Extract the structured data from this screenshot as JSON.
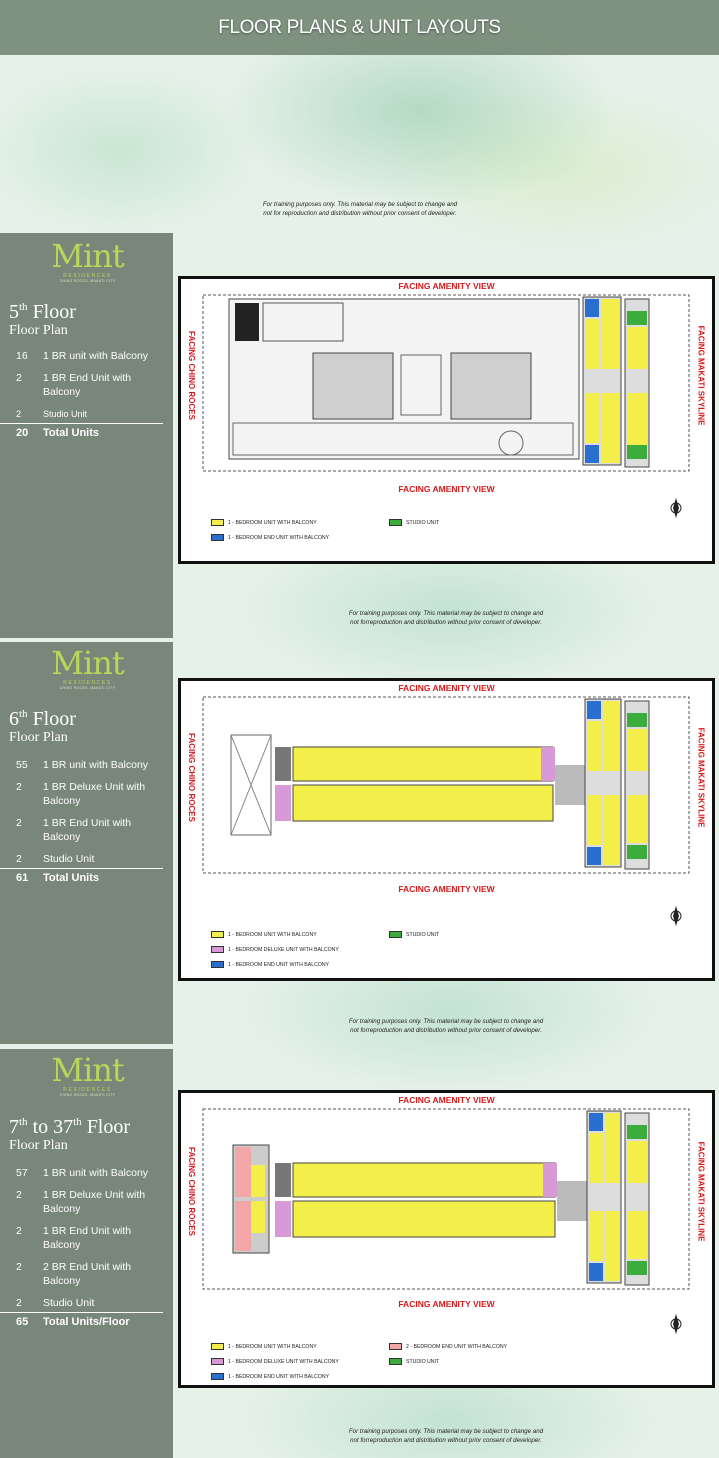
{
  "header": {
    "title": "FLOOR PLANS & UNIT LAYOUTS",
    "disclaimer_line1": "For training purposes only. This material may be subject to change and",
    "disclaimer_line2": "not for reproduction and distribution without prior consent of developer."
  },
  "logo": {
    "word": "Mint",
    "sub": "RESIDENCES",
    "sub2": "CHINO ROCES, MAKATI CITY"
  },
  "colors": {
    "one_br": "#f3ee4a",
    "one_br_end": "#2a6fd0",
    "one_br_deluxe": "#d79ad6",
    "studio": "#3cad3c",
    "two_br_end": "#f3a6a6",
    "facing_red": "#d71a1a",
    "sidebar": "#78877a"
  },
  "sections": [
    {
      "floor_num": "5",
      "floor_sup": "th",
      "floor_rest": " Floor",
      "subtitle": "Floor Plan",
      "units": [
        {
          "count": "16",
          "label": "1 BR unit with Balcony"
        },
        {
          "count": "2",
          "label": "1 BR End Unit with Balcony"
        },
        {
          "count": "2",
          "label": "Studio Unit"
        }
      ],
      "total_count": "20",
      "total_label": "Total Units",
      "facing_top": "FACING AMENITY VIEW",
      "facing_bottom": "FACING AMENITY VIEW",
      "facing_left": "FACING CHINO ROCES",
      "facing_right": "FACING MAKATI SKYLINE",
      "legend": [
        {
          "label": "1 - BEDROOM UNIT WITH BALCONY",
          "color": "#f3ee4a"
        },
        {
          "label": "STUDIO UNIT",
          "color": "#3cad3c"
        },
        {
          "label": "1 - BEDROOM END UNIT WITH BALCONY",
          "color": "#2a6fd0"
        }
      ],
      "disclaimer_line1": "For training purposes only. This material may be subject to change and",
      "disclaimer_line2": "not forreproduction and distribution without prior consent of developer."
    },
    {
      "floor_num": "6",
      "floor_sup": "th",
      "floor_rest": " Floor",
      "subtitle": "Floor Plan",
      "units": [
        {
          "count": "55",
          "label": "1 BR unit with Balcony"
        },
        {
          "count": "2",
          "label": "1 BR Deluxe Unit with Balcony"
        },
        {
          "count": "2",
          "label": "1 BR End Unit with Balcony"
        },
        {
          "count": "2",
          "label": "Studio Unit"
        }
      ],
      "total_count": "61",
      "total_label": "Total Units",
      "facing_top": "FACING AMENITY VIEW",
      "facing_bottom": "FACING AMENITY VIEW",
      "facing_left": "FACING CHINO ROCES",
      "facing_right": "FACING MAKATI SKYLINE",
      "legend": [
        {
          "label": "1 - BEDROOM UNIT WITH BALCONY",
          "color": "#f3ee4a"
        },
        {
          "label": "STUDIO UNIT",
          "color": "#3cad3c"
        },
        {
          "label": "1 - BEDROOM DELUXE UNIT WITH BALCONY",
          "color": "#d79ad6"
        },
        {
          "label": "1 - BEDROOM END UNIT WITH BALCONY",
          "color": "#2a6fd0"
        }
      ],
      "disclaimer_line1": "For training purposes only. This material may be subject to change and",
      "disclaimer_line2": "not forreproduction and distribution without prior consent of developer."
    },
    {
      "floor_num": "7",
      "floor_sup": "th",
      "floor_rest": " to 37",
      "floor_sup2": "th",
      "floor_rest2": " Floor",
      "subtitle": "Floor Plan",
      "units": [
        {
          "count": "57",
          "label": "1 BR unit with Balcony"
        },
        {
          "count": "2",
          "label": "1 BR Deluxe Unit with Balcony"
        },
        {
          "count": "2",
          "label": "1 BR End Unit with Balcony"
        },
        {
          "count": "2",
          "label": "2 BR End Unit with Balcony"
        },
        {
          "count": "2",
          "label": "Studio Unit"
        }
      ],
      "total_count": "65",
      "total_label": "Total Units/Floor",
      "facing_top": "FACING AMENITY VIEW",
      "facing_bottom": "FACING AMENITY VIEW",
      "facing_left": "FACING CHINO ROCES",
      "facing_right": "FACING MAKATI SKYLINE",
      "legend": [
        {
          "label": "1 - BEDROOM UNIT WITH BALCONY",
          "color": "#f3ee4a"
        },
        {
          "label": "2 - BEDROOM END UNIT WITH BALCONY",
          "color": "#f3a6a6"
        },
        {
          "label": "1 - BEDROOM DELUXE UNIT WITH BALCONY",
          "color": "#d79ad6"
        },
        {
          "label": "STUDIO UNIT",
          "color": "#3cad3c"
        },
        {
          "label": "1 - BEDROOM END UNIT WITH BALCONY",
          "color": "#2a6fd0"
        }
      ],
      "disclaimer_line1": "For training purposes only. This material may be subject to change and",
      "disclaimer_line2": "not forreproduction and distribution without prior consent of developer."
    }
  ]
}
